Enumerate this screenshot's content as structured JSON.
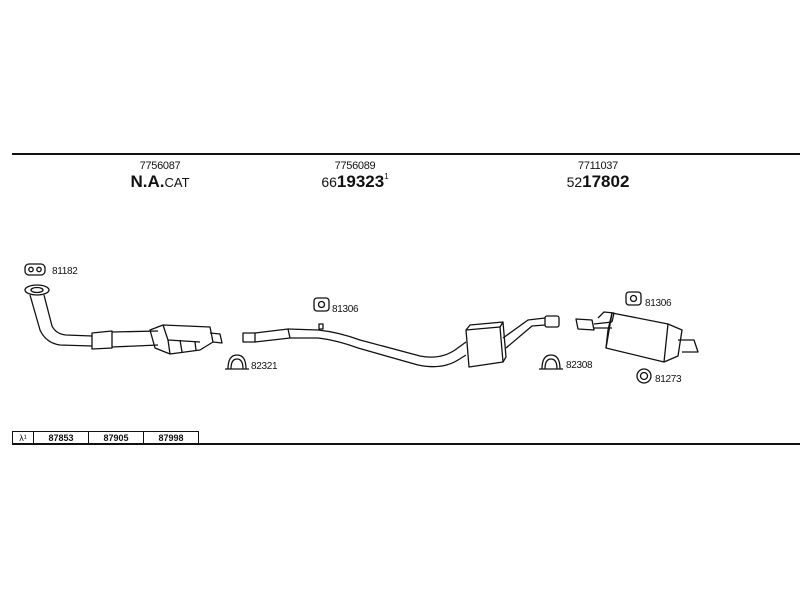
{
  "sections": [
    {
      "part_number": "7756087",
      "name_bold": "N.A.",
      "name_normal": "CAT"
    },
    {
      "part_number": "7756089",
      "code_prefix": "66",
      "code_main": "19323",
      "code_sup": "1"
    },
    {
      "part_number": "7711037",
      "code_prefix": "52",
      "code_main": "17802"
    }
  ],
  "callouts": {
    "gasket": "81182",
    "hanger_mid": "81306",
    "clamp_left": "82321",
    "clamp_right": "82308",
    "hanger_rear": "81306",
    "ring_rear": "81273"
  },
  "parts_table": {
    "symbol": "λ¹",
    "codes": [
      "87853",
      "87905",
      "87998"
    ]
  }
}
